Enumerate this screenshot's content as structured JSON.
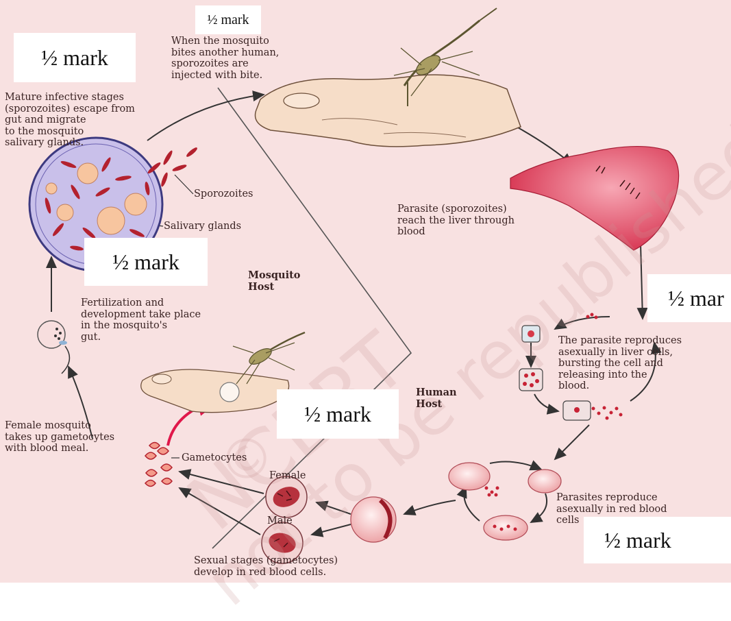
{
  "labels": {
    "bite": "When the mosquito\nbites another human,\nsporozoites are\ninjected with bite.",
    "mature": "Mature infective stages\n(sporozoites) escape from\ngut and migrate\nto the mosquito\nsalivary glands.",
    "sporozoites": "Sporozoites",
    "salivary": "Salivary glands",
    "mosquito_host": "Mosquito\nHost",
    "fertilization": "Fertilization and\ndevelopment take place\nin the mosquito's\ngut.",
    "female_mosquito": "Female mosquito\ntakes up gametocytes\nwith blood meal.",
    "gametocytes": "Gametocytes",
    "female": "Female",
    "male": "Male",
    "sexual_stages": "Sexual stages (gametocytes)\ndevelop in red blood cells.",
    "human_host": "Human\nHost",
    "liver": "Parasite (sporozoites)\nreach the liver through\nblood",
    "liver_cells": "The parasite reproduces\nasexually in liver cells,\nbursting the cell and\nreleasing into the\nblood.",
    "rbc": "Parasites reproduce\nasexually in red blood\ncells"
  },
  "marks": {
    "top": "½ mark",
    "top_left": "½ mark",
    "mid_left": "½ mark",
    "right": "½ mar",
    "center": "½ mark",
    "bottom_right": "½ mark"
  },
  "watermark": {
    "line1": "NCERT",
    "line2": "not to be republished",
    "copyright": "©"
  },
  "colors": {
    "background": "#f8e1e1",
    "blood_red": "#c8283c",
    "liver": "#d93a55",
    "cell": "#f6c9c9",
    "outline": "#333333"
  }
}
